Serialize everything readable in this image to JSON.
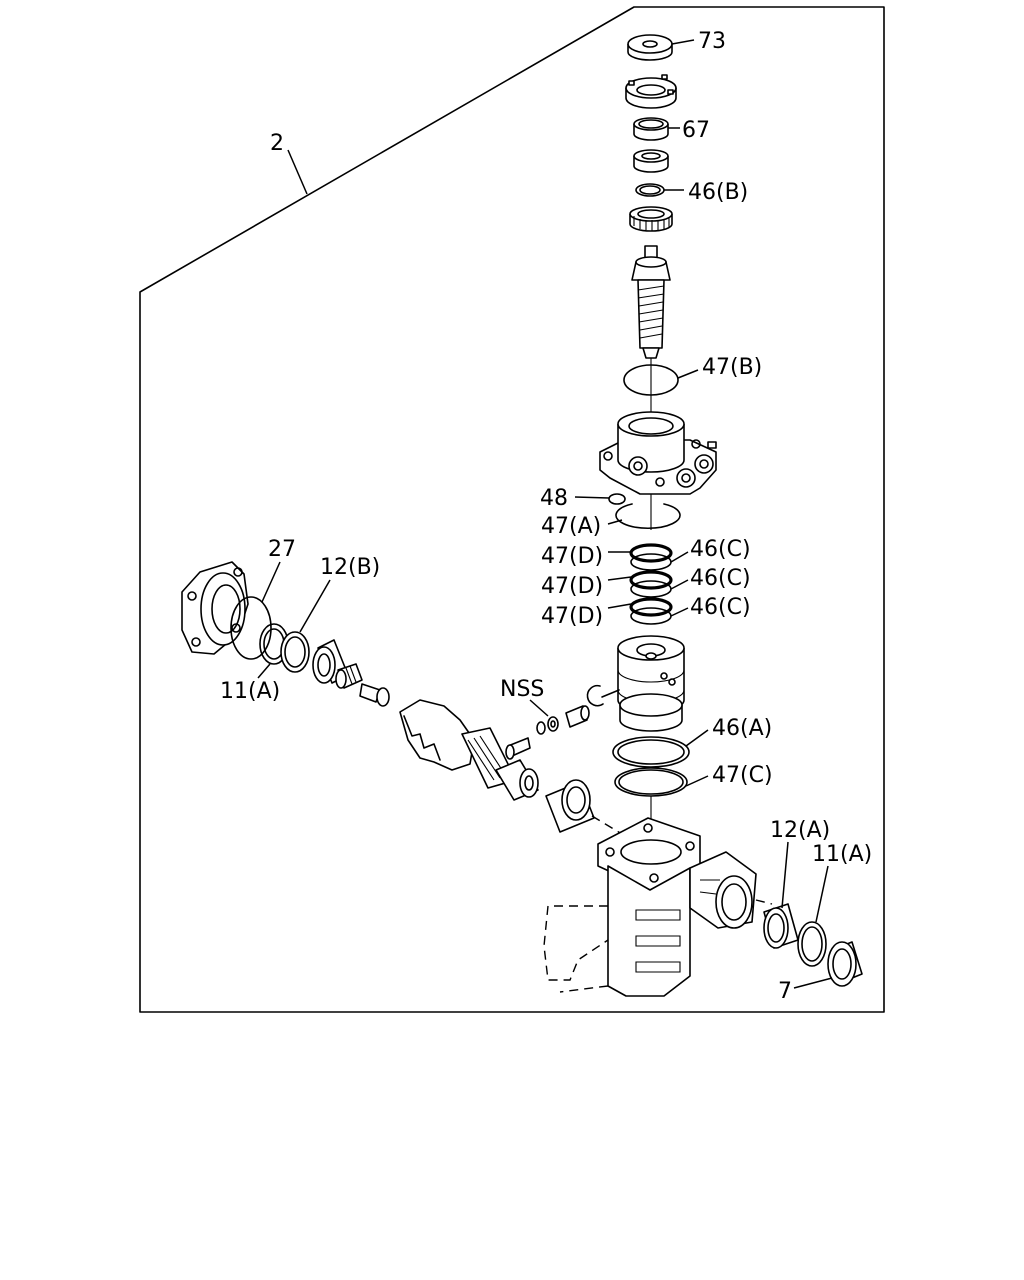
{
  "diagram": {
    "assembly_label": "2",
    "parts": [
      {
        "id": "73",
        "label": "73"
      },
      {
        "id": "67",
        "label": "67"
      },
      {
        "id": "46B",
        "label": "46(B)"
      },
      {
        "id": "47B",
        "label": "47(B)"
      },
      {
        "id": "48",
        "label": "48"
      },
      {
        "id": "47A",
        "label": "47(A)"
      },
      {
        "id": "47D1",
        "label": "47(D)"
      },
      {
        "id": "47D2",
        "label": "47(D)"
      },
      {
        "id": "47D3",
        "label": "47(D)"
      },
      {
        "id": "46C1",
        "label": "46(C)"
      },
      {
        "id": "46C2",
        "label": "46(C)"
      },
      {
        "id": "46C3",
        "label": "46(C)"
      },
      {
        "id": "27",
        "label": "27"
      },
      {
        "id": "12B",
        "label": "12(B)"
      },
      {
        "id": "11A_left",
        "label": "11(A)"
      },
      {
        "id": "NSS",
        "label": "NSS"
      },
      {
        "id": "46A",
        "label": "46(A)"
      },
      {
        "id": "47C",
        "label": "47(C)"
      },
      {
        "id": "12A",
        "label": "12(A)"
      },
      {
        "id": "11A_right",
        "label": "11(A)"
      },
      {
        "id": "7",
        "label": "7"
      }
    ]
  }
}
